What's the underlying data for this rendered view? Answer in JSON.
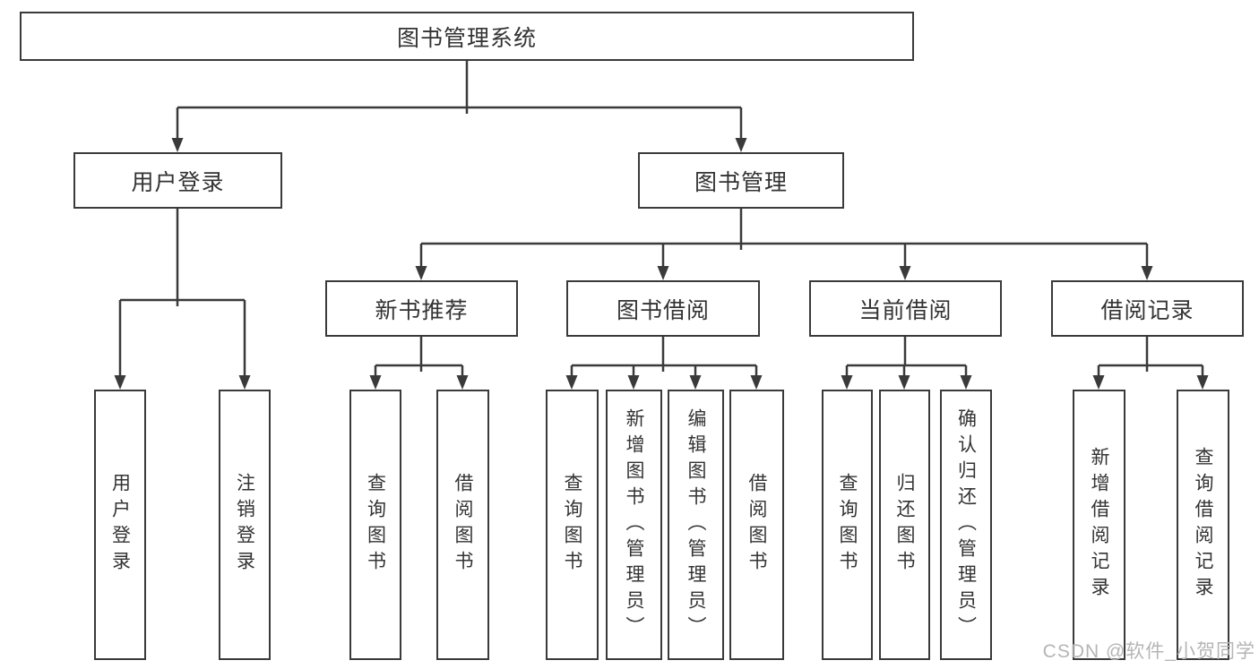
{
  "diagram": {
    "title": "图书管理系统",
    "user_login": {
      "label": "用户登录",
      "children": [
        "用户登录",
        "注销登录"
      ]
    },
    "book_management": {
      "label": "图书管理",
      "sections": {
        "new_books": {
          "label": "新书推荐",
          "children": [
            "查询图书",
            "借阅图书"
          ]
        },
        "borrowing": {
          "label": "图书借阅",
          "children": [
            "查询图书",
            "新增图书（管理员）",
            "编辑图书（管理员）",
            "借阅图书"
          ]
        },
        "current": {
          "label": "当前借阅",
          "children": [
            "查询图书",
            "归还图书",
            "确认归还（管理员）"
          ]
        },
        "records": {
          "label": "借阅记录",
          "children": [
            "新增借阅记录",
            "查询借阅记录"
          ]
        }
      }
    }
  },
  "watermark": "CSDN @软件_小贺同学",
  "colors": {
    "line": "#3a3a3a",
    "box_fill": "#ffffff",
    "text": "#333333",
    "watermark_text": "#b5b5b5"
  }
}
